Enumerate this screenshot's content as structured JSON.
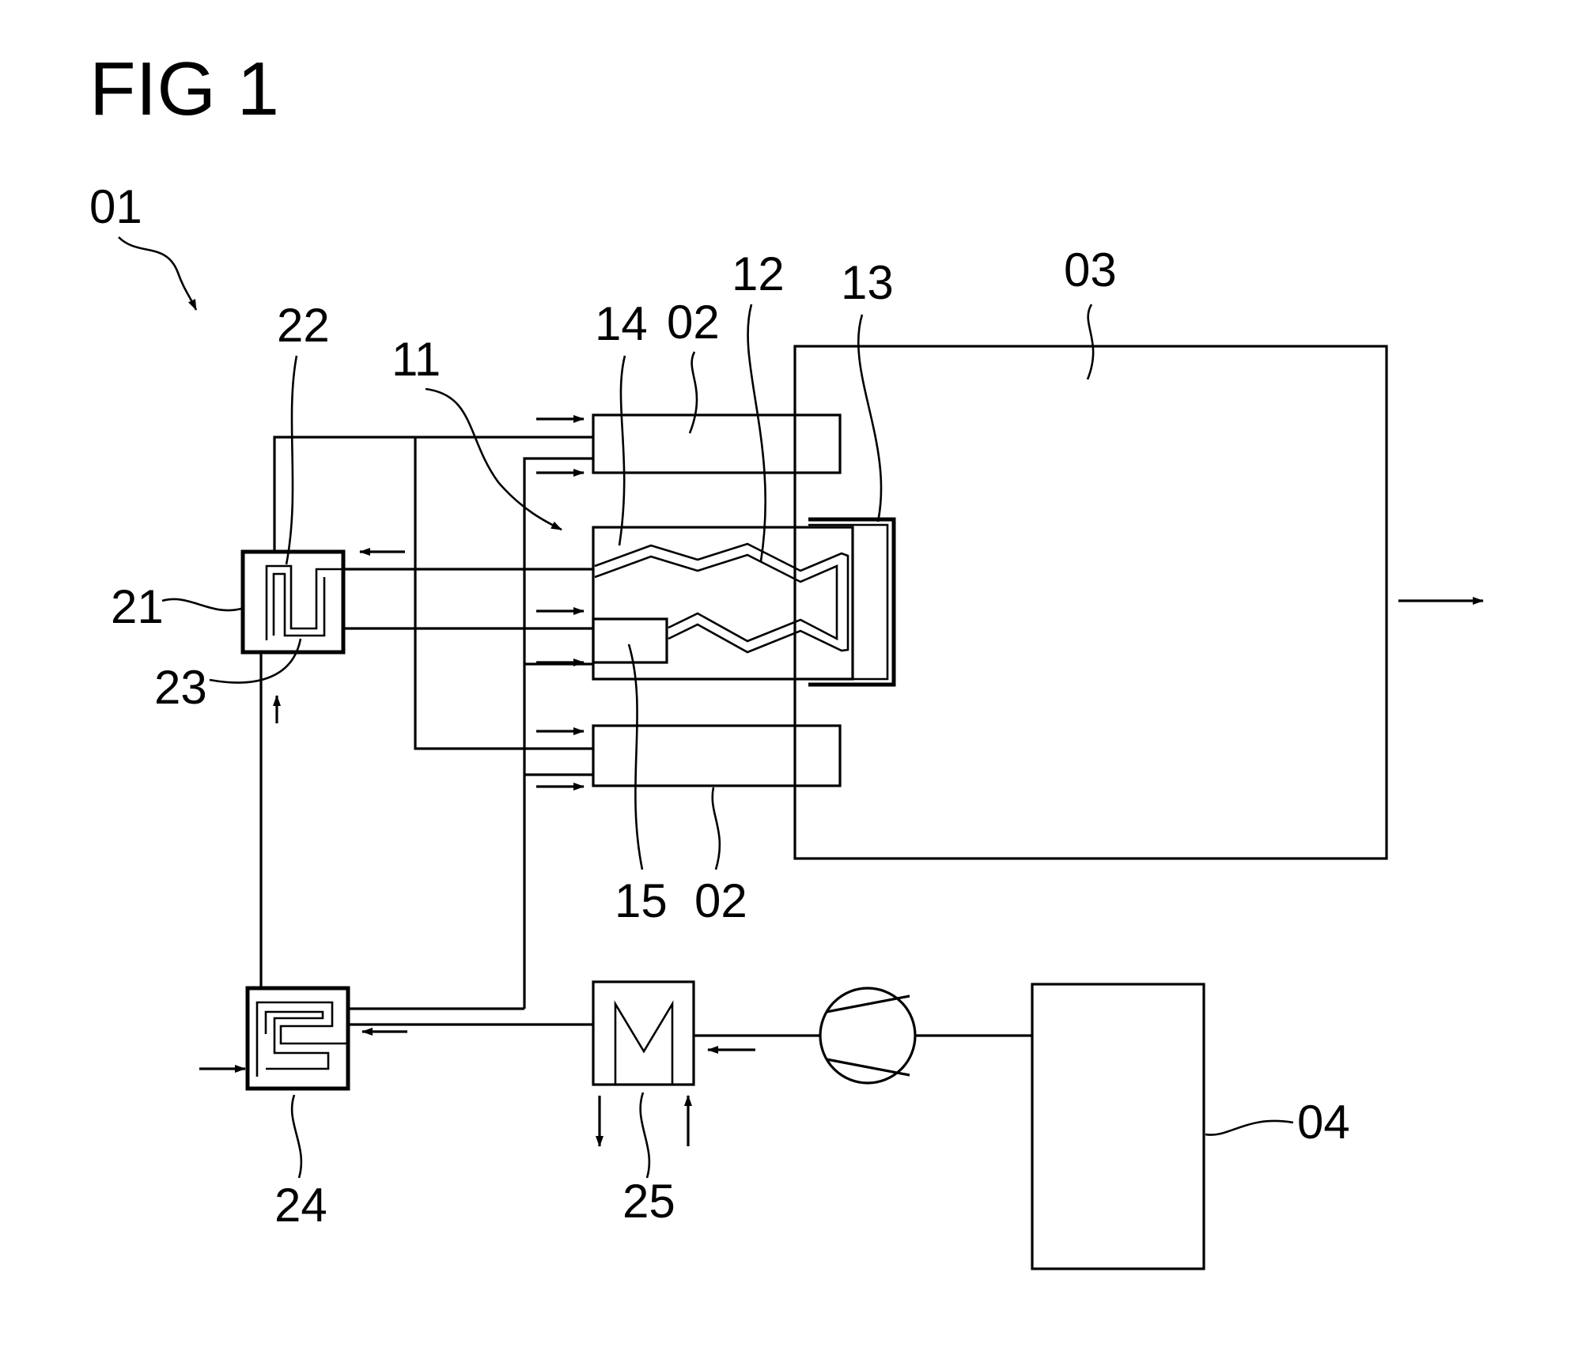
{
  "figure": {
    "title": "FIG 1"
  },
  "labels": {
    "system": "01",
    "burners_top": "02",
    "burners_bottom": "02",
    "furnace": "03",
    "unit_right": "04",
    "burner_assembly": "11",
    "flow_path": "12",
    "jacket": "13",
    "burner_housing": "14",
    "burner_insert": "15",
    "heat_exchanger": "21",
    "exchanger_channel_a": "22",
    "exchanger_channel_b": "23",
    "preheater": "24",
    "cooler": "25"
  },
  "colors": {
    "line": "#000000",
    "background": "#ffffff"
  }
}
